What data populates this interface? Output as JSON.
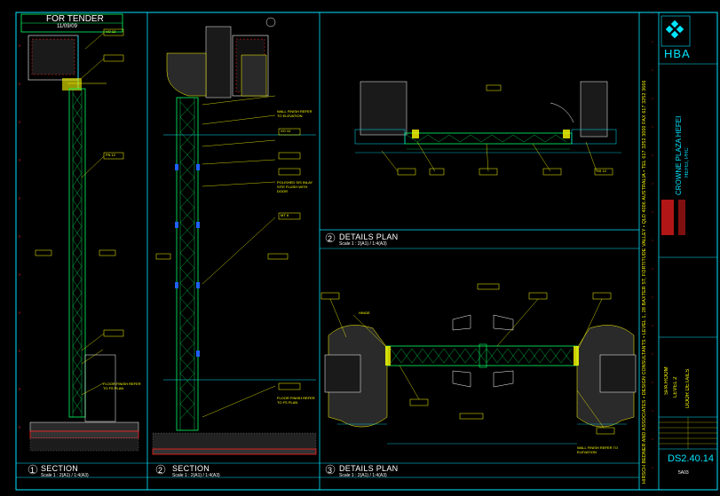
{
  "drawing": {
    "tender_label": "FOR TENDER",
    "tender_date": "11/09/09",
    "views": [
      {
        "number": "1",
        "title": "SECTION",
        "scale": "Scale 1 : 2(A1) / 1:4(A3)"
      },
      {
        "number": "2",
        "title": "SECTION",
        "scale": "Scale 1 : 2(A1) / 1:4(A3)"
      },
      {
        "number": "2",
        "title": "DETAILS PLAN",
        "scale": "Scale 1 : 2(A1) / 1:4(A3)"
      },
      {
        "number": "3",
        "title": "DETAILS PLAN",
        "scale": "Scale 1 : 2(A1) / 1:4(A3)"
      }
    ],
    "annotations": {
      "wall_finish": "WALL FINISH REFER TO ELEVATION",
      "floor_finish_1": "FLOOR FINISH REFER TO FS PLAN",
      "floor_finish_2": "FLOOR FINISH REFER TO FS PLAN",
      "polished": "POLISHED S/S INLAY SITE FLUSH WITH DOOR",
      "wall_finish_2": "WALL FINISH REFER TO ELEVATION",
      "hinge": "HINGE",
      "tag_1": "VO 12",
      "tag_2": "FN 12",
      "tag_3": "MT 6",
      "tag_4": "VO 12",
      "tag_5": "SS 12"
    }
  },
  "title_block": {
    "firm": "HBA",
    "firm_line": "HIRSCH BEDNER AND ASSOCIATES • DESIGN CONSULTANTS • LEVEL 1, 28 BAXTER ST, FORTITUDE VALLEY • QLD 4006 AUSTRALIA • TEL 617 3252 3000 FAX 617 3252 3666",
    "project": "CROWNE PLAZA HEFEI",
    "project_sub": "HEFEI, PRC",
    "room": "SPA ROOM",
    "level": "LEVEL 2",
    "drawing_title": "DOOR DETAILS",
    "drawing_no": "DS2.40.14",
    "revision": "5A03"
  },
  "colors": {
    "background": "#000000",
    "frame": "#00e5ff",
    "annotation": "#ffff00",
    "linework": "#00ff66",
    "accent": "#ff2020"
  }
}
